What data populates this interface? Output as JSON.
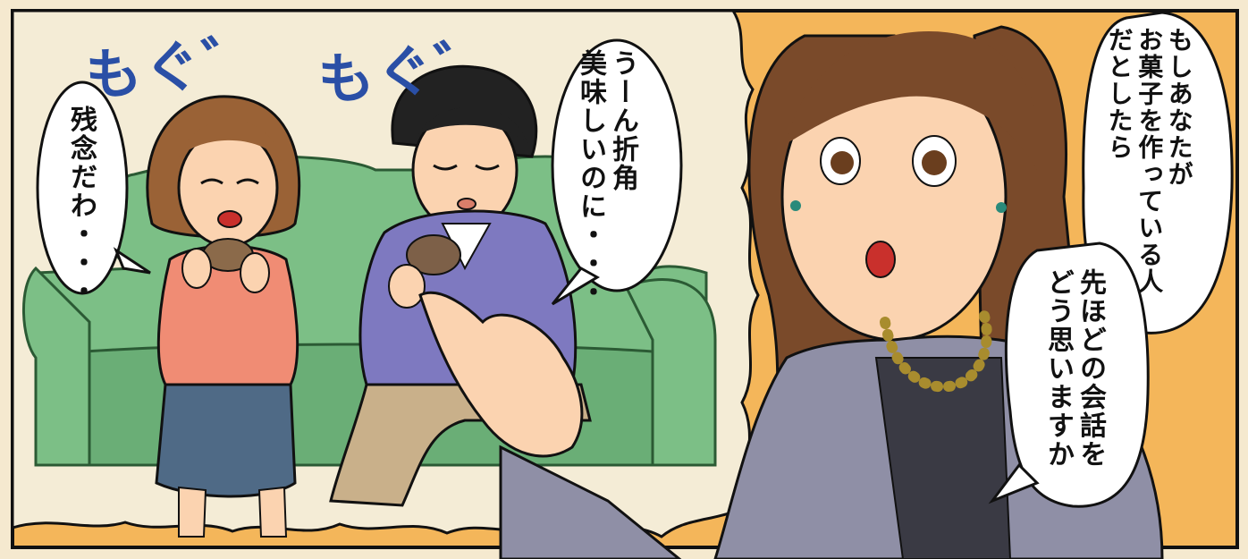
{
  "sound_effects": {
    "left": "もぐ゛",
    "right": "もぐ゛"
  },
  "bubbles": {
    "woman": {
      "lines": [
        "残念だわ・・・"
      ]
    },
    "man": {
      "lines": [
        "うーん折角",
        "美味しいのに・・・"
      ]
    },
    "presenter_top": {
      "lines": [
        "もしあなたが",
        "お菓子を作っている人",
        "だとしたら"
      ]
    },
    "presenter_bottom": {
      "lines": [
        "先ほどの会話を",
        "どう思いますか"
      ]
    }
  },
  "colors": {
    "frame": "#111111",
    "background_right": "#f4b65a",
    "thought_bg": "#f4ecd6",
    "sofa": "#7cbf86",
    "jacket": "#8f8fa6",
    "hair": "#7a4a2a"
  }
}
